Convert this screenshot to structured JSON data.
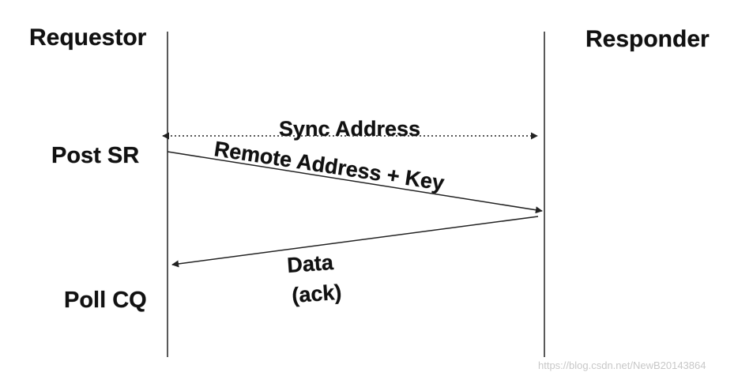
{
  "participants": {
    "requestor": "Requestor",
    "responder": "Responder"
  },
  "steps": {
    "post_sr": "Post SR",
    "poll_cq": "Poll CQ"
  },
  "messages": {
    "sync_address": "Sync Address",
    "remote_address_key": "Remote Address + Key",
    "data": "Data",
    "ack": "(ack)"
  },
  "watermark": "https://blog.csdn.net/NewB20143864",
  "colors": {
    "line": "#222222",
    "text": "#111111",
    "watermark": "#c8c8c8"
  }
}
